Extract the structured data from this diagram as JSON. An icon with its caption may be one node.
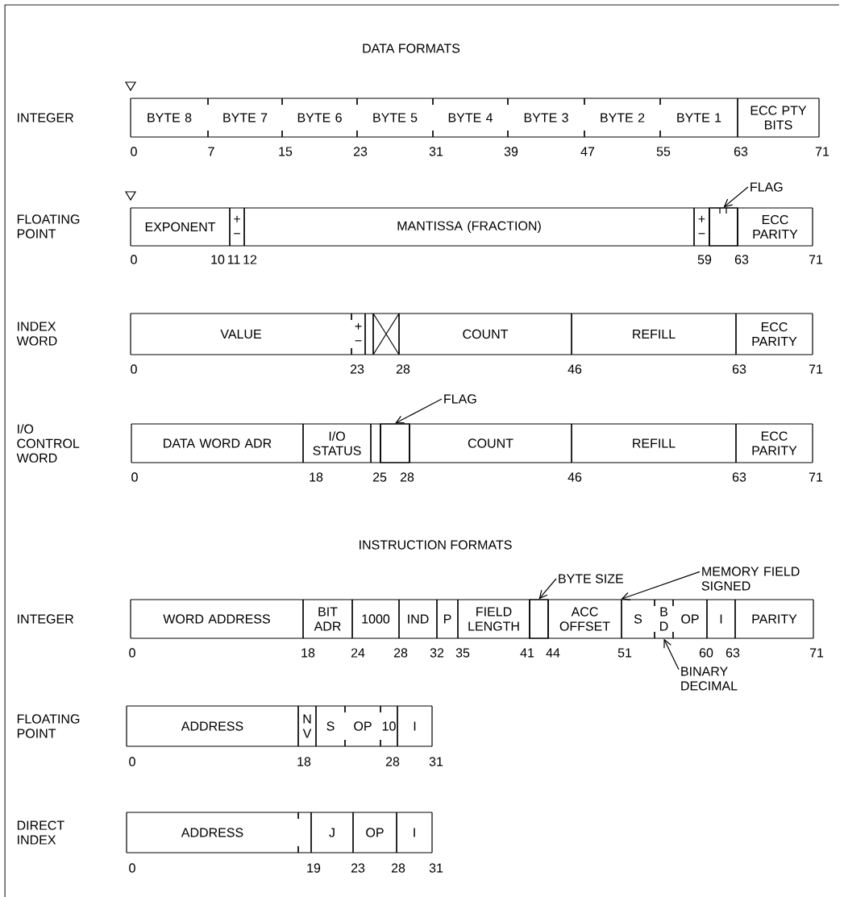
{
  "diagram": {
    "title": "DATA FORMATS",
    "nodes": [
      {
        "text": [
          "BYTE 8"
        ]
      },
      {
        "text": [
          "BYTE 7"
        ]
      },
      {
        "text": [
          "BYTE 6"
        ]
      },
      {
        "text": [
          "BYTE 5"
        ]
      },
      {
        "text": [
          "BYTE 4"
        ]
      },
      {
        "text": [
          "BYTE 3"
        ]
      },
      {
        "text": [
          "BYTE 2"
        ]
      },
      {
        "text": [
          "BYTE 1"
        ]
      },
      {
        "text": [
          "ECC PTY BITS"
        ]
      },
      {
        "text": [
          "FLAG"
        ]
      },
      {
        "text": [
          "EXPONENT"
        ]
      },
      {
        "text": [
          "+",
          "−"
        ]
      },
      {
        "text": [
          "MANTISSA (FRACTION)"
        ]
      },
      {
        "text": [
          "+",
          "−"
        ]
      },
      {
        "text": [],
        "shape": "box"
      },
      {
        "text": [
          "ECC PARITY"
        ]
      },
      {
        "text": [
          "VALUE"
        ]
      },
      {
        "text": [
          "+",
          "−"
        ]
      },
      {
        "text": [
          "COUNT"
        ]
      },
      {
        "text": [
          "REFILL"
        ]
      },
      {
        "text": [
          "ECC PARITY"
        ]
      },
      {
        "text": [
          "FLAG"
        ]
      },
      {
        "text": [
          "DATA WORD ADR"
        ]
      },
      {
        "text": [
          "I/O STATUS"
        ]
      },
      {
        "text": [],
        "shape": "box"
      },
      {
        "text": [
          "COUNT"
        ]
      },
      {
        "text": [
          "REFILL"
        ]
      },
      {
        "text": [
          "ECC PARITY"
        ]
      },
      {
        "text": [
          "BYTE SIZE"
        ]
      },
      {
        "text": [
          "MEMORY FIELD SIGNED"
        ]
      },
      {
        "text": [
          "WORD ADDRESS"
        ]
      },
      {
        "text": [
          "BIT ADR"
        ]
      },
      {
        "text": [
          "1000"
        ]
      },
      {
        "text": [
          "IND"
        ]
      },
      {
        "text": [
          "P"
        ]
      },
      {
        "text": [
          "FIELD LENGTH"
        ]
      },
      {
        "text": [],
        "shape": "box"
      },
      {
        "text": [
          "ACC OFFSET"
        ]
      },
      {
        "text": [
          "S"
        ]
      },
      {
        "text": [
          "B",
          "D"
        ]
      },
      {
        "text": [
          "OP"
        ]
      },
      {
        "text": [
          "I"
        ]
      },
      {
        "text": [
          "PARITY"
        ]
      },
      {
        "text": [
          "BINARY DECIMAL"
        ]
      },
      {
        "text": [
          "ADDRESS"
        ]
      },
      {
        "text": [
          "N",
          "V"
        ]
      },
      {
        "text": [
          "S"
        ]
      },
      {
        "text": [
          "OP"
        ]
      },
      {
        "text": [
          "10"
        ]
      },
      {
        "text": [
          "I"
        ]
      },
      {
        "text": [
          "ADDRESS"
        ]
      },
      {
        "text": [
          "J"
        ]
      },
      {
        "text": [
          "OP"
        ]
      },
      {
        "text": [
          "I"
        ]
      }
    ],
    "edges": [
      {
        "from": 9,
        "to": 14,
        "arrow": "to"
      },
      {
        "from": 21,
        "to": 24,
        "arrow": "to"
      },
      {
        "from": 28,
        "to": 36,
        "arrow": "to"
      },
      {
        "from": 29,
        "to": 38,
        "arrow": "to"
      },
      {
        "from": 43,
        "to": 39,
        "arrow": "to"
      }
    ],
    "labels": [
      "INTEGER",
      "0",
      "7",
      "15",
      "23",
      "31",
      "39",
      "47",
      "55",
      "63",
      "71",
      "FLOATING POINT",
      "0",
      "10",
      "11",
      "12",
      "59",
      "63",
      "71",
      "INDEX WORD",
      "0",
      "23",
      "28",
      "46",
      "63",
      "71",
      "I/O CONTROL WORD",
      "0",
      "18",
      "25",
      "28",
      "46",
      "63",
      "71",
      "INSTRUCTION FORMATS",
      "INTEGER",
      "0",
      "18",
      "24",
      "28",
      "32",
      "35",
      "41",
      "44",
      "51",
      "60",
      "63",
      "71",
      "FLOATING POINT",
      "0",
      "18",
      "28",
      "31",
      "DIRECT INDEX",
      "0",
      "19",
      "23",
      "28",
      "31"
    ]
  }
}
